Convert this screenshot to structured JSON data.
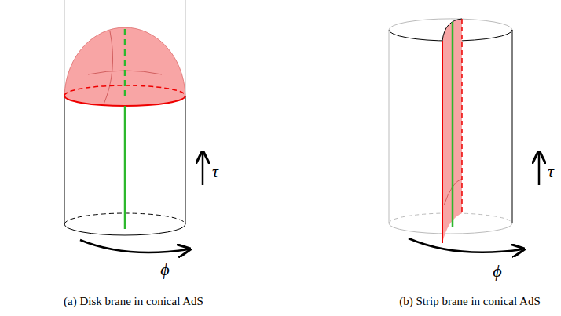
{
  "diagram": {
    "labels": [
      "τ",
      "ϕ",
      "(a) Disk brane in conical AdS",
      "τ",
      "ϕ",
      "(b) Strip brane in conical AdS"
    ]
  }
}
